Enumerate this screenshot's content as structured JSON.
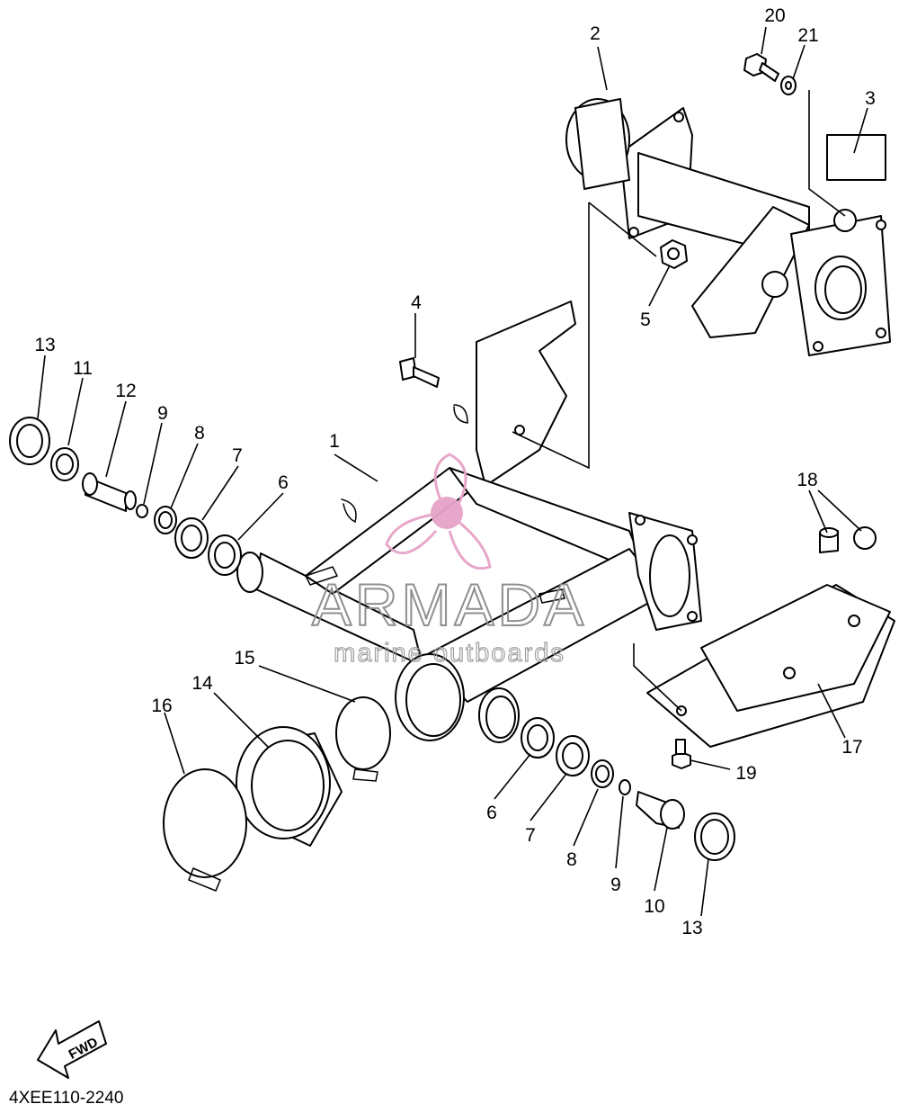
{
  "diagram": {
    "callouts": [
      "1",
      "2",
      "3",
      "4",
      "5",
      "6",
      "7",
      "8",
      "9",
      "10",
      "11",
      "12",
      "13",
      "14",
      "15",
      "16",
      "17",
      "18",
      "19",
      "20",
      "21"
    ],
    "repeat_callouts": [
      "6",
      "7",
      "8",
      "9",
      "13"
    ],
    "fwd_label": "FWD",
    "drawing_code": "4XEE110-2240"
  },
  "watermark": {
    "name": "ARMADA",
    "tagline": "marine outboards",
    "logo_color": "#e6a3c8"
  }
}
